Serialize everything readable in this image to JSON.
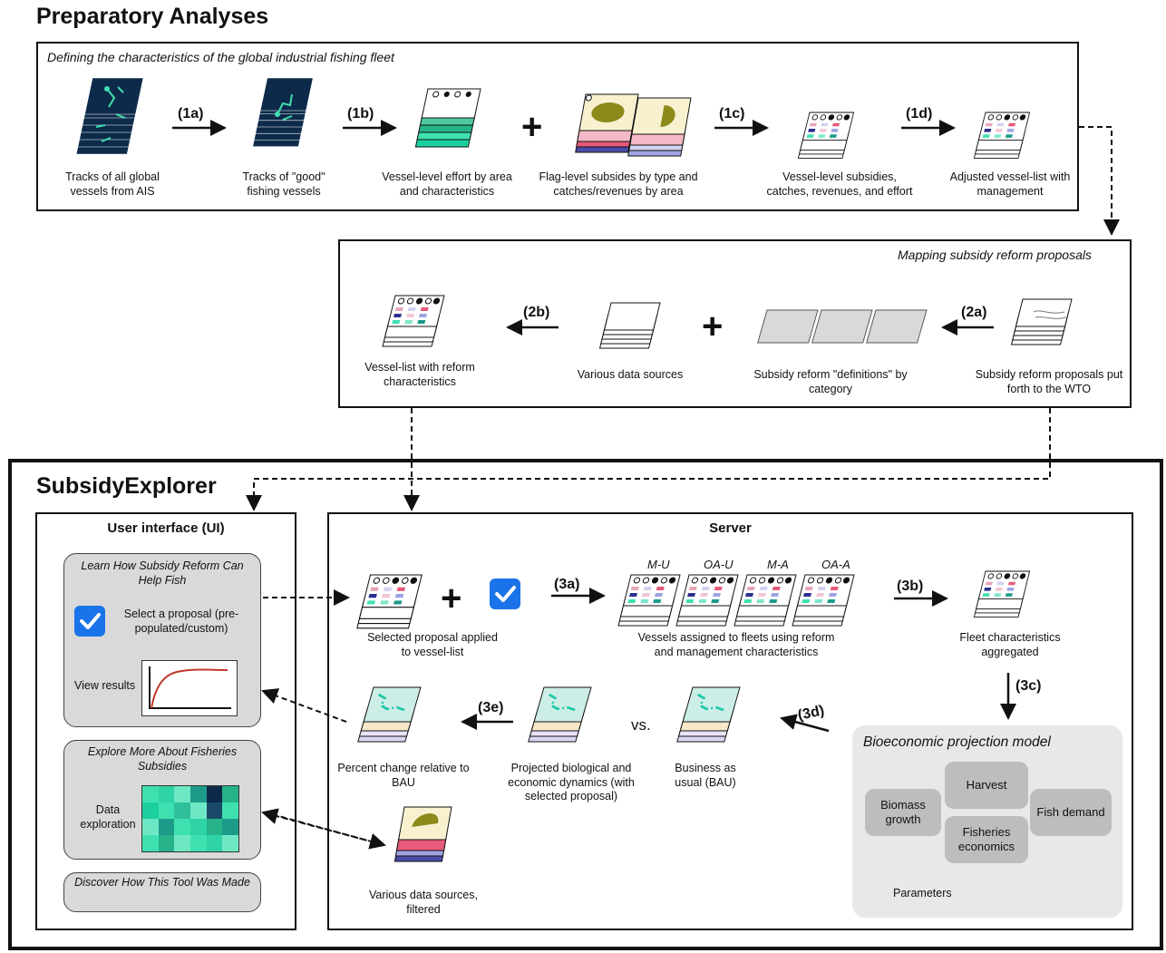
{
  "preparatory": {
    "title": "Preparatory Analyses",
    "section1_title": "Defining the characteristics of the global industrial fishing fleet",
    "steps": {
      "s1a": "(1a)",
      "s1b": "(1b)",
      "s1c": "(1c)",
      "s1d": "(1d)"
    },
    "captions": {
      "tracks_all": "Tracks of all global vessels from AIS",
      "tracks_good": "Tracks of \"good\" fishing vessels",
      "effort": "Vessel-level effort by area and characteristics",
      "flag_subsidies": "Flag-level subsides by type and catches/revenues by area",
      "vessel_subsidies": "Vessel-level subsidies, catches, revenues, and effort",
      "adjusted_list": "Adjusted vessel-list with management"
    },
    "section2_title": "Mapping subsidy reform proposals",
    "steps2": {
      "s2a": "(2a)",
      "s2b": "(2b)"
    },
    "captions2": {
      "reform_list": "Vessel-list with reform characteristics",
      "data_sources": "Various data sources",
      "definitions": "Subsidy reform \"definitions\" by category",
      "proposals": "Subsidy reform proposals put forth to the WTO"
    },
    "plus": "+"
  },
  "explorer": {
    "title": "SubsidyExplorer",
    "ui": {
      "title": "User interface (UI)",
      "learn_title": "Learn How Subsidy Reform Can Help Fish",
      "select_label": "Select a proposal (pre-populated/custom)",
      "view_results": "View results",
      "explore_title": "Explore More About Fisheries Subsidies",
      "data_exploration": "Data exploration",
      "discover": "Discover How This Tool Was Made"
    },
    "server": {
      "title": "Server",
      "steps": {
        "s3a": "(3a)",
        "s3b": "(3b)",
        "s3c": "(3c)",
        "s3d": "(3d)",
        "s3e": "(3e)"
      },
      "fleet_labels": [
        "M-U",
        "OA-U",
        "M-A",
        "OA-A"
      ],
      "captions": {
        "selected": "Selected proposal applied to vessel-list",
        "assigned": "Vessels assigned to fleets using reform and management characteristics",
        "aggregated": "Fleet characteristics aggregated",
        "percent_change": "Percent change relative to BAU",
        "projected": "Projected biological and economic dynamics (with selected proposal)",
        "vs": "vs.",
        "bau": "Business as usual (BAU)",
        "filtered": "Various data sources, filtered"
      },
      "model": {
        "title": "Bioeconomic projection model",
        "harvest": "Harvest",
        "biomass": "Biomass growth",
        "demand": "Fish demand",
        "economics": "Fisheries economics",
        "parameters": "Parameters"
      }
    }
  },
  "colors": {
    "navy": "#0d2a4a",
    "teal": "#3fe0b0",
    "checkbox": "#1a73e8",
    "result_curve": "#c0392b",
    "olive": "#8b8a1a"
  }
}
